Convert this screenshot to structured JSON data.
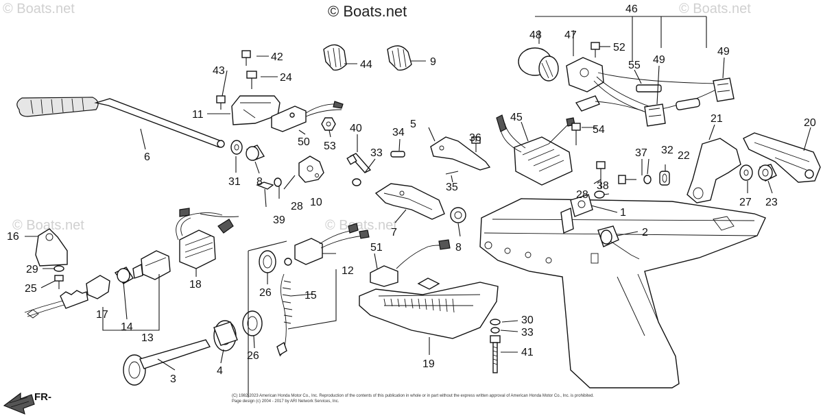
{
  "watermark": {
    "main": "© Boats.net",
    "faint_top_left": "© Boats.net",
    "faint_top_right": "© Boats.net",
    "faint_mid_left": "© Boats.net",
    "faint_mid_center": "© Boats.net"
  },
  "copyright": {
    "line1": "(C) 1982-2023 American Honda Motor Co., Inc. Reproduction of the contents of this publication in whole or in part without the express written approval of American Honda Motor Co., Inc. is prohibited.",
    "line2": "Page design (c) 2004 - 2017 by ARI Network Services, Inc."
  },
  "direction_label": "FR-",
  "callouts": {
    "n1": "1",
    "n2": "2",
    "n3": "3",
    "n4": "4",
    "n5": "5",
    "n6": "6",
    "n7": "7",
    "n8a": "8",
    "n8b": "8",
    "n9": "9",
    "n10": "10",
    "n11": "11",
    "n12": "12",
    "n13": "13",
    "n14": "14",
    "n15": "15",
    "n16": "16",
    "n17": "17",
    "n18": "18",
    "n19": "19",
    "n20": "20",
    "n21": "21",
    "n22": "22",
    "n23": "23",
    "n24": "24",
    "n25": "25",
    "n26a": "26",
    "n26b": "26",
    "n27": "27",
    "n28a": "28",
    "n28b": "28",
    "n29": "29",
    "n30": "30",
    "n31": "31",
    "n32": "32",
    "n33a": "33",
    "n33b": "33",
    "n34": "34",
    "n35": "35",
    "n36": "36",
    "n37": "37",
    "n38": "38",
    "n39": "39",
    "n40": "40",
    "n41": "41",
    "n42": "42",
    "n43": "43",
    "n44": "44",
    "n45": "45",
    "n46": "46",
    "n47": "47",
    "n48": "48",
    "n49a": "49",
    "n49b": "49",
    "n50": "50",
    "n51": "51",
    "n52": "52",
    "n53": "53",
    "n54": "54",
    "n55": "55"
  }
}
